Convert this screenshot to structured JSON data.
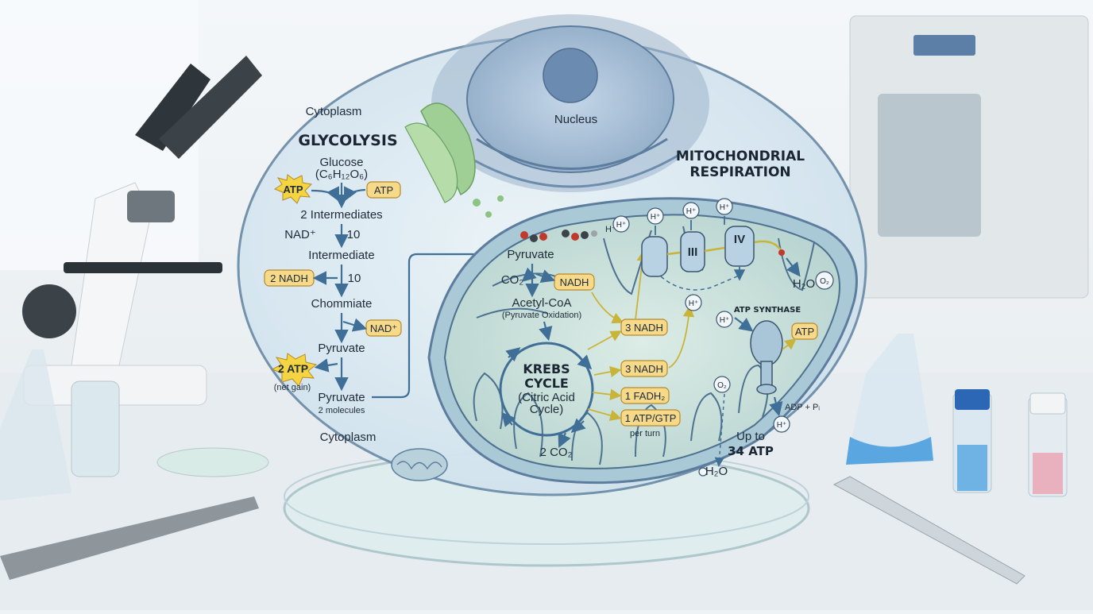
{
  "regions": {
    "cytoplasm_top": "Cytoplasm",
    "cytoplasm_bottom": "Cytoplasm",
    "nucleus": "Nucleus"
  },
  "glycolysis": {
    "title": "GLYCOLYSIS",
    "glucose": "Glucose",
    "formula": "(C₆H₁₂O₆)",
    "atp_in_left": "ATP",
    "atp_in_right": "ATP",
    "intermediates": "2 Intermediates",
    "nad_plus_label": "NAD⁺",
    "step_count_1": "10",
    "intermediate": "Intermediate",
    "nadh_chip": "2 NADH",
    "step_count_2": "10",
    "chommiate": "Chommiate",
    "nad_plus_chip": "NAD⁺",
    "pyruvate_1": "Pyruvate",
    "atp_gain": "2 ATP",
    "net_gain": "(net gain)",
    "pyruvate_2": "Pyruvate",
    "molecules": "2 molecules"
  },
  "mitochondria": {
    "title_line1": "MITOCHONDRIAL",
    "title_line2": "RESPIRATION",
    "pyruvate": "Pyruvate",
    "h_plus_near_pyruvate": "H⁺",
    "co2": "CO₂",
    "nadh_chip": "NADH",
    "acetyl_coa": "Acetyl-CoA",
    "pyruvate_oxidation": "(Pyruvate Oxidation)",
    "nadh_3_a": "3 NADH",
    "nadh_3_b": "3 NADH",
    "krebs_line1": "KREBS",
    "krebs_line2": "CYCLE",
    "krebs_sub1": "(Citric Acid",
    "krebs_sub2": "Cycle)",
    "fadh2": "1 FADH₂",
    "atp_gtp": "1 ATP/GTP",
    "per_turn": "per turn",
    "co2_out": "2 CO₂",
    "complex_3": "III",
    "complex_4": "IV",
    "h_ion": "H⁺",
    "h2o_a": "H₂O",
    "o2_a": "O₂",
    "atp_synthase": "ATP SYNTHASE",
    "atp_chip": "ATP",
    "o2_b": "O₂",
    "adp_pi": "ADP + Pᵢ",
    "up_to": "Up to",
    "atp_34": "34 ATP",
    "h2o_b": "H₂O"
  },
  "colors": {
    "chip_fill": "#f7d98a",
    "membrane": "#7ea9c4",
    "matrix": "#cfe4dc",
    "arrow": "#3f6f97"
  }
}
